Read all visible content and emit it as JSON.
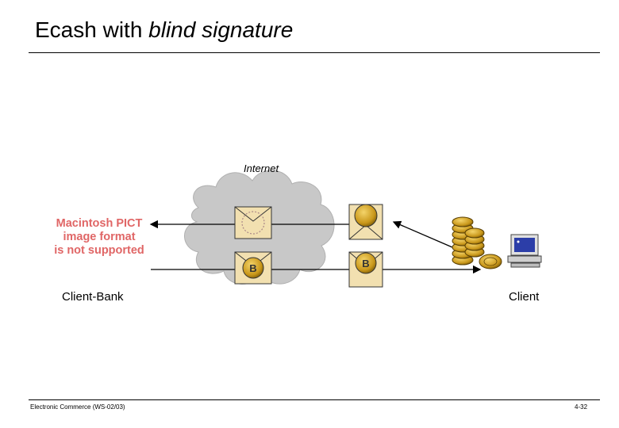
{
  "slide": {
    "title_main": "Ecash with ",
    "title_italic": "blind signature"
  },
  "diagram": {
    "internet_label": "Internet",
    "pict_line1": "Macintosh PICT",
    "pict_line2": "image format",
    "pict_line3": "is not supported",
    "client_bank_label": "Client-Bank",
    "client_label": "Client"
  },
  "footer": {
    "course": "Electronic Commerce (WS-02/03)",
    "page": "4-32"
  },
  "colors": {
    "cloud": "#c8c8c8",
    "envelope": "#f2e0b0",
    "coin": "#d9a520",
    "pict_text": "#e06666"
  },
  "icons": [
    "cloud-icon",
    "envelope-icon",
    "coin-icon",
    "coin-stack-icon",
    "computer-icon",
    "arrow-icon"
  ]
}
